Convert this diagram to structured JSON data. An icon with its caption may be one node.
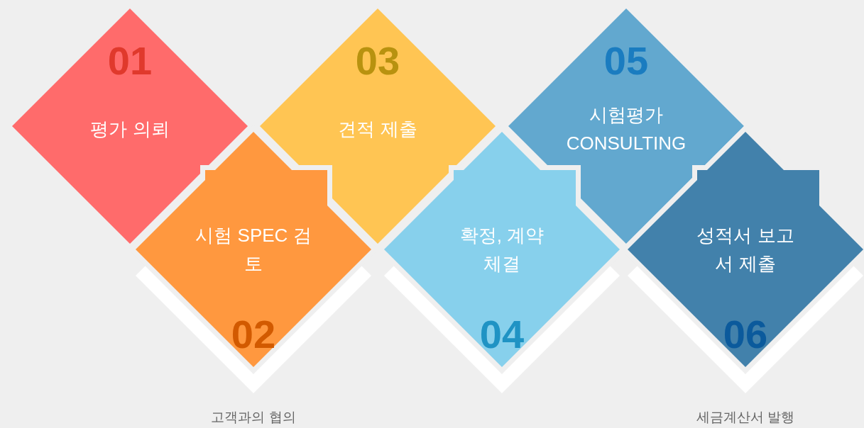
{
  "diagram": {
    "nodes": [
      {
        "text": [
          "01",
          "평가 의뢰"
        ]
      },
      {
        "text": [
          "시험 SPEC 검토",
          "02"
        ],
        "beside": [
          "고객과의 협의"
        ]
      },
      {
        "text": [
          "03",
          "견적 제출"
        ]
      },
      {
        "text": [
          "확정, 계약체결",
          "04"
        ]
      },
      {
        "text": [
          "05",
          "시험평가 CONSULTING"
        ]
      },
      {
        "text": [
          "성적서 보고서 제출",
          "06"
        ],
        "beside": [
          "세금계산서 발행"
        ]
      }
    ],
    "edges": []
  }
}
